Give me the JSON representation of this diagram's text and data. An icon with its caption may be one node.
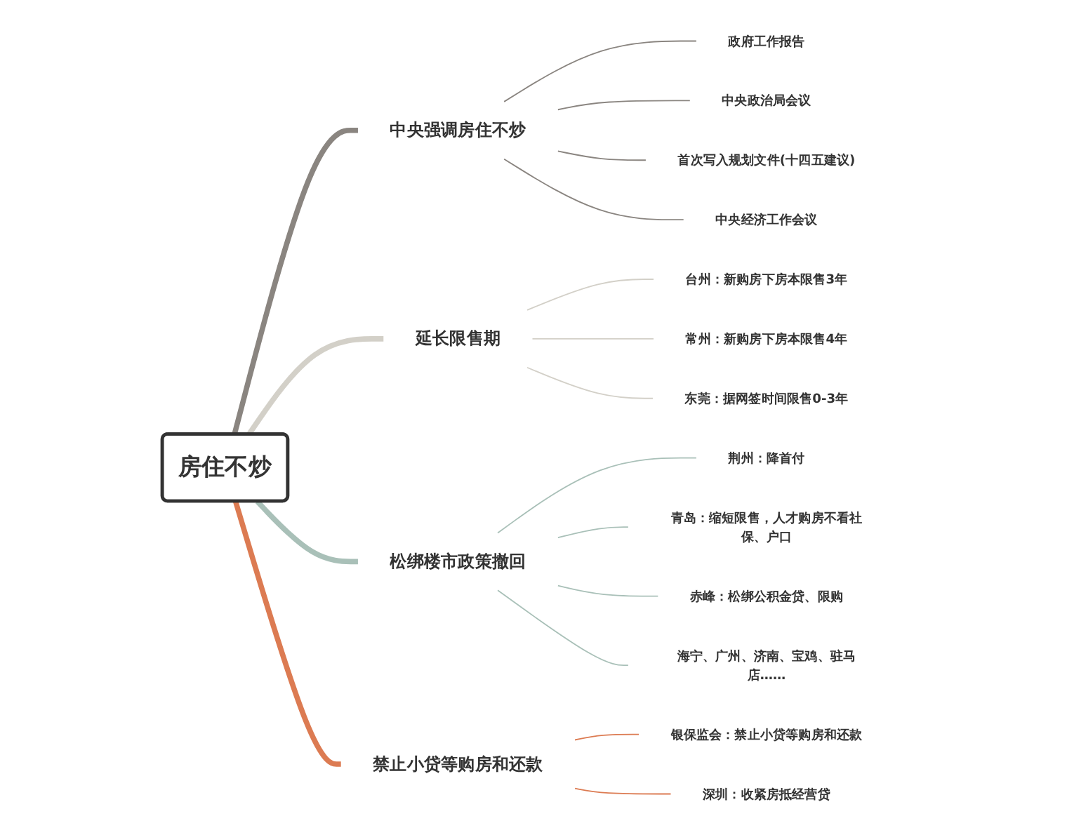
{
  "diagram": {
    "nodes": [
      {
        "text": [
          "房住不炒"
        ]
      },
      {
        "text": [
          "中央强调房住不炒"
        ]
      },
      {
        "text": [
          "政府工作报告"
        ]
      },
      {
        "text": [
          "中央政治局会议"
        ]
      },
      {
        "text": [
          "首次写入规划文件(十四五建议)"
        ]
      },
      {
        "text": [
          "中央经济工作会议"
        ]
      },
      {
        "text": [
          "延长限售期"
        ]
      },
      {
        "text": [
          "台州：新购房下房本限售3年"
        ]
      },
      {
        "text": [
          "常州：新购房下房本限售4年"
        ]
      },
      {
        "text": [
          "东莞：据网签时间限售0-3年"
        ]
      },
      {
        "text": [
          "松绑楼市政策撤回"
        ]
      },
      {
        "text": [
          "荆州：降首付"
        ]
      },
      {
        "text": [
          "青岛：缩短限售，人才购房不看社保、户口"
        ]
      },
      {
        "text": [
          "赤峰：松绑公积金贷、限购"
        ]
      },
      {
        "text": [
          "海宁、广州、济南、宝鸡、驻马店……"
        ]
      },
      {
        "text": [
          "禁止小贷等购房和还款"
        ]
      },
      {
        "text": [
          "银保监会：禁止小贷等购房和还款"
        ]
      },
      {
        "text": [
          "深圳：收紧房抵经营贷"
        ]
      }
    ],
    "edges": [
      {
        "from": 0,
        "to": 1,
        "arrow": "none",
        "style": "thick",
        "color": "#8a8580"
      },
      {
        "from": 1,
        "to": 2,
        "arrow": "none",
        "color": "#8a8580"
      },
      {
        "from": 1,
        "to": 3,
        "arrow": "none",
        "color": "#8a8580"
      },
      {
        "from": 1,
        "to": 4,
        "arrow": "none",
        "color": "#8a8580"
      },
      {
        "from": 1,
        "to": 5,
        "arrow": "none",
        "color": "#8a8580"
      },
      {
        "from": 0,
        "to": 6,
        "arrow": "none",
        "style": "thick",
        "color": "#d3d0c8"
      },
      {
        "from": 6,
        "to": 7,
        "arrow": "none",
        "color": "#d3d0c8"
      },
      {
        "from": 6,
        "to": 8,
        "arrow": "none",
        "color": "#d3d0c8"
      },
      {
        "from": 6,
        "to": 9,
        "arrow": "none",
        "color": "#d3d0c8"
      },
      {
        "from": 0,
        "to": 10,
        "arrow": "none",
        "style": "thick",
        "color": "#a9c0b8"
      },
      {
        "from": 10,
        "to": 11,
        "arrow": "none",
        "color": "#a9c0b8"
      },
      {
        "from": 10,
        "to": 12,
        "arrow": "none",
        "color": "#a9c0b8"
      },
      {
        "from": 10,
        "to": 13,
        "arrow": "none",
        "color": "#a9c0b8"
      },
      {
        "from": 10,
        "to": 14,
        "arrow": "none",
        "color": "#a9c0b8"
      },
      {
        "from": 0,
        "to": 15,
        "arrow": "none",
        "style": "thick",
        "color": "#dc7b52"
      },
      {
        "from": 15,
        "to": 16,
        "arrow": "none",
        "color": "#dc7b52"
      },
      {
        "from": 15,
        "to": 17,
        "arrow": "none",
        "color": "#dc7b52"
      }
    ]
  }
}
